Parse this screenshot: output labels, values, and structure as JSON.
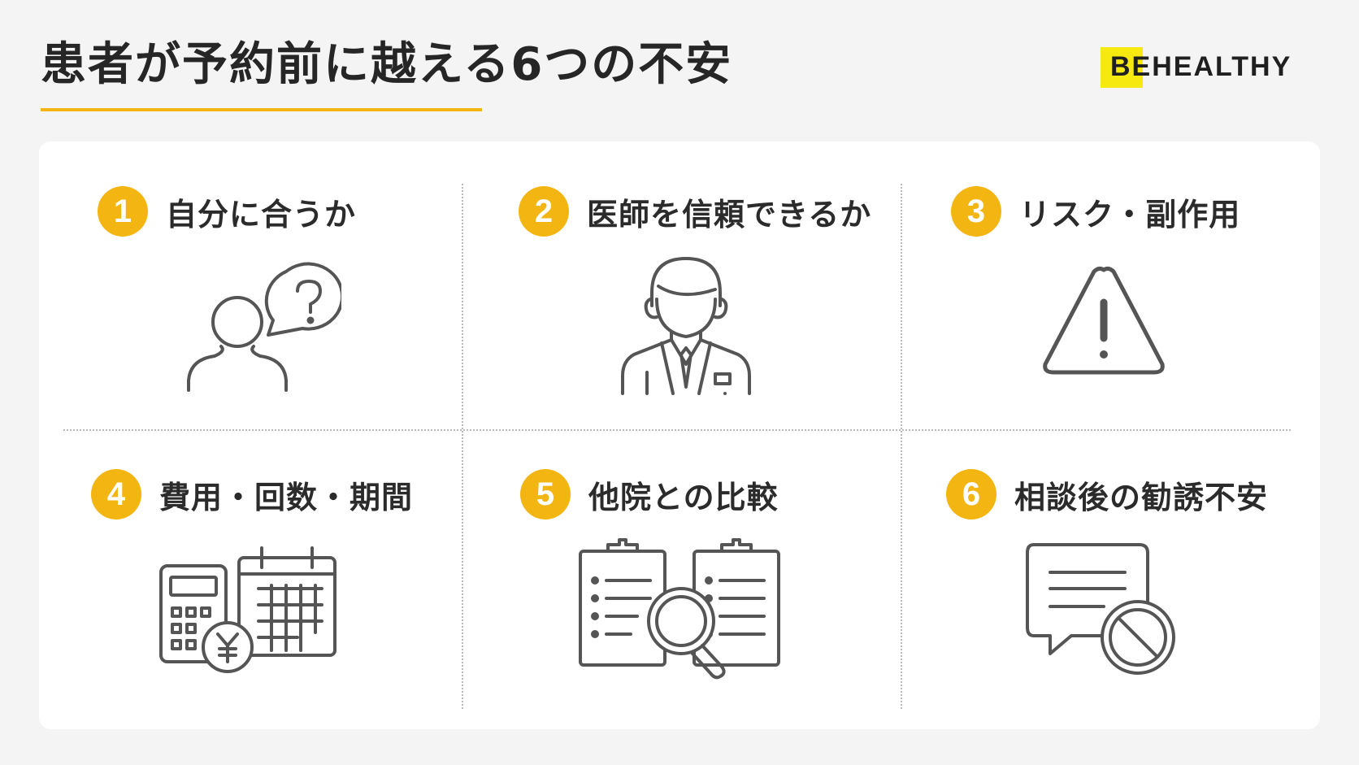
{
  "header": {
    "title": "患者が予約前に越える6つの不安",
    "logo": "BEHEALTHY"
  },
  "colors": {
    "accent": "#f2b511",
    "logo_highlight": "#f5e90f",
    "icon_stroke": "#555555",
    "background": "#f4f4f5",
    "card": "#ffffff"
  },
  "items": [
    {
      "number": "1",
      "label": "自分に合うか",
      "icon": "person-question-icon"
    },
    {
      "number": "2",
      "label": "医師を信頼できるか",
      "icon": "doctor-icon"
    },
    {
      "number": "3",
      "label": "リスク・副作用",
      "icon": "warning-icon"
    },
    {
      "number": "4",
      "label": "費用・回数・期間",
      "icon": "calculator-calendar-yen-icon"
    },
    {
      "number": "5",
      "label": "他院との比較",
      "icon": "clipboard-compare-magnifier-icon"
    },
    {
      "number": "6",
      "label": "相談後の勧誘不安",
      "icon": "speech-bubble-prohibited-icon"
    }
  ]
}
